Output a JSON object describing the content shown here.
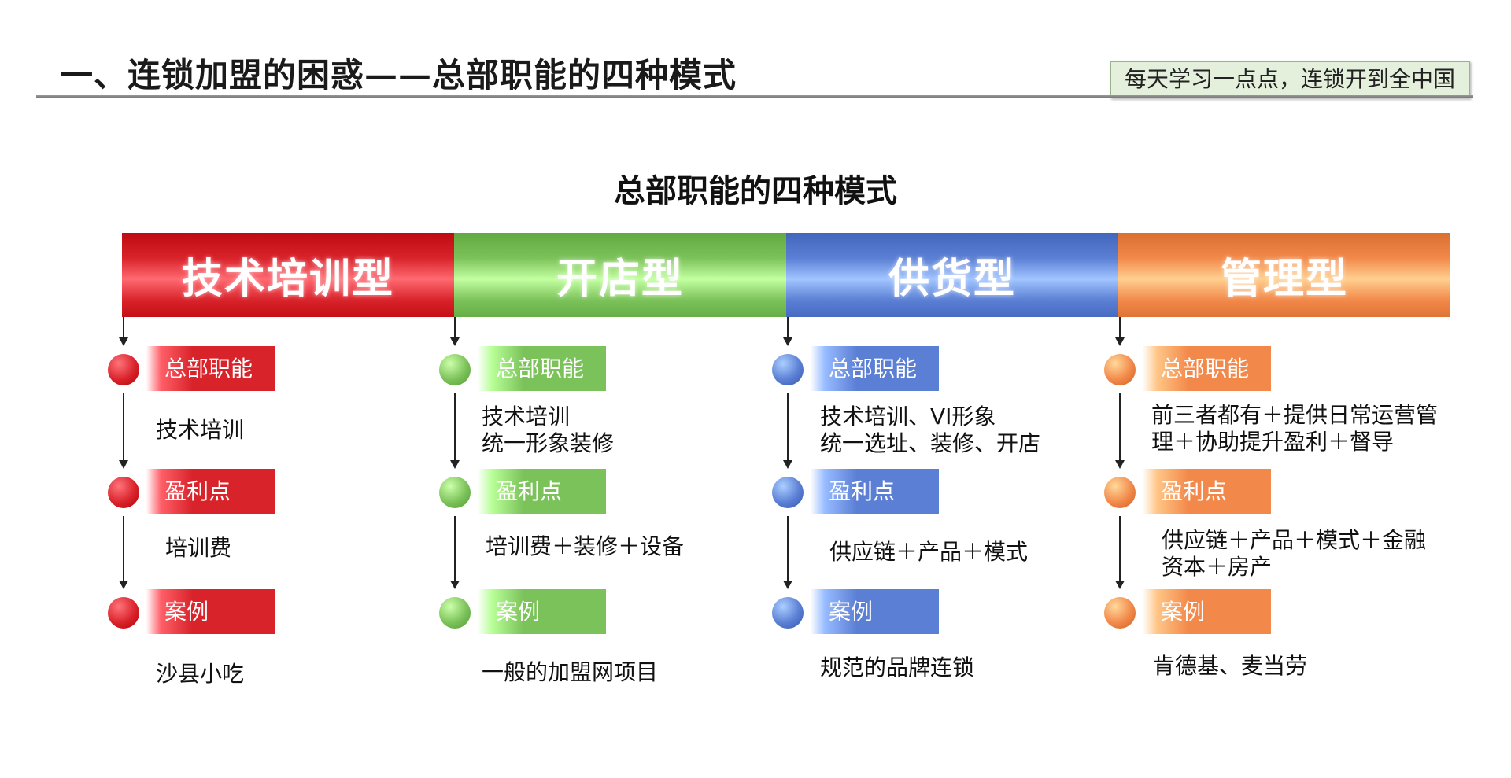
{
  "page": {
    "title": "一、连锁加盟的困惑——总部职能的四种模式",
    "slogan": "每天学习一点点，连锁开到全中国"
  },
  "diagram": {
    "title": "总部职能的四种模式",
    "columns": [
      {
        "name": "技术培训型",
        "color": "#d9232b",
        "rows": [
          {
            "label": "总部职能",
            "desc": [
              "技术培训"
            ]
          },
          {
            "label": "盈利点",
            "desc": [
              "培训费"
            ]
          },
          {
            "label": "案例",
            "desc": [
              "沙县小吃"
            ]
          }
        ]
      },
      {
        "name": "开店型",
        "color": "#7cc25a",
        "rows": [
          {
            "label": "总部职能",
            "desc": [
              "技术培训",
              "统一形象装修"
            ]
          },
          {
            "label": "盈利点",
            "desc": [
              "培训费＋装修＋设备"
            ]
          },
          {
            "label": "案例",
            "desc": [
              "一般的加盟网项目"
            ]
          }
        ]
      },
      {
        "name": "供货型",
        "color": "#5b7fd4",
        "rows": [
          {
            "label": "总部职能",
            "desc": [
              "技术培训、VI形象",
              "统一选址、装修、开店"
            ]
          },
          {
            "label": "盈利点",
            "desc": [
              "供应链＋产品＋模式"
            ]
          },
          {
            "label": "案例",
            "desc": [
              "规范的品牌连锁"
            ]
          }
        ]
      },
      {
        "name": "管理型",
        "color": "#f2894a",
        "rows": [
          {
            "label": "总部职能",
            "desc": [
              "前三者都有＋提供日常运营管",
              "理＋协助提升盈利＋督导"
            ]
          },
          {
            "label": "盈利点",
            "desc": [
              "供应链＋产品＋模式＋金融",
              "资本＋房产"
            ]
          },
          {
            "label": "案例",
            "desc": [
              "肯德基、麦当劳"
            ]
          }
        ]
      }
    ]
  }
}
